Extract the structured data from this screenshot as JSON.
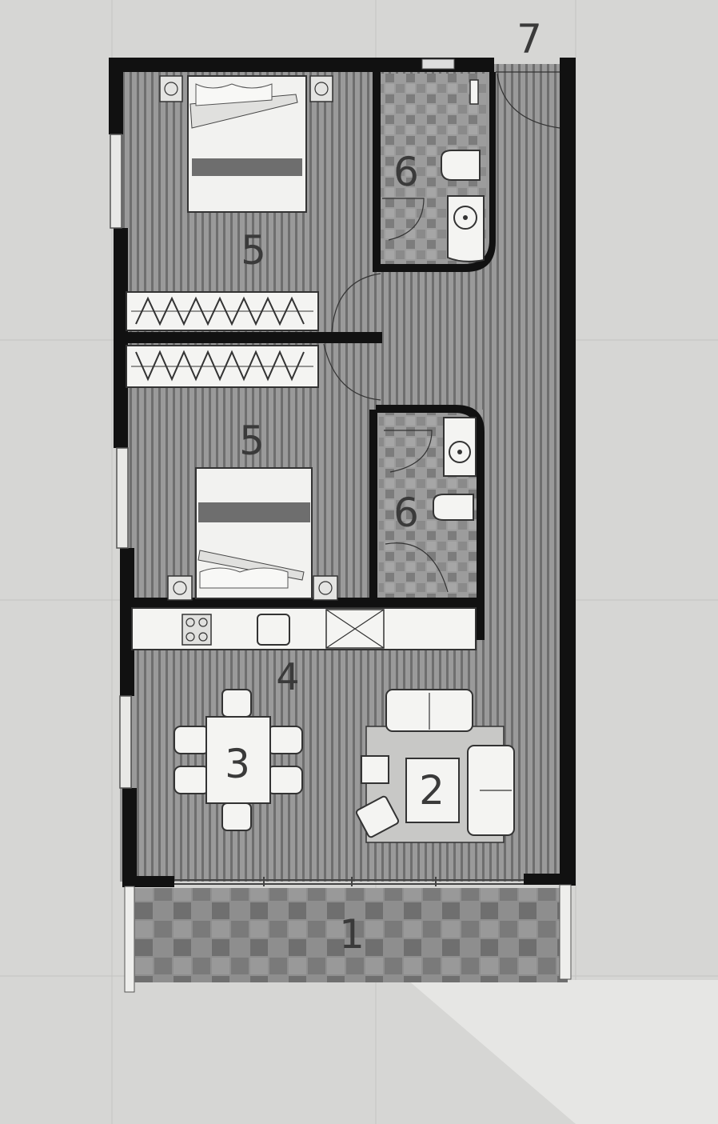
{
  "plan": {
    "labels": {
      "terrace": "1",
      "living": "2",
      "dining": "3",
      "kitchen": "4",
      "bedroom_top": "5",
      "bedroom_bottom": "5",
      "bath_top": "6",
      "bath_bottom": "6",
      "entry": "7"
    }
  },
  "colors": {
    "paper": "#d6d6d4",
    "wall": "#111111",
    "floor": "#8f8f8f",
    "tile": "#8a8a8a",
    "furniture": "#f2f2f0"
  }
}
